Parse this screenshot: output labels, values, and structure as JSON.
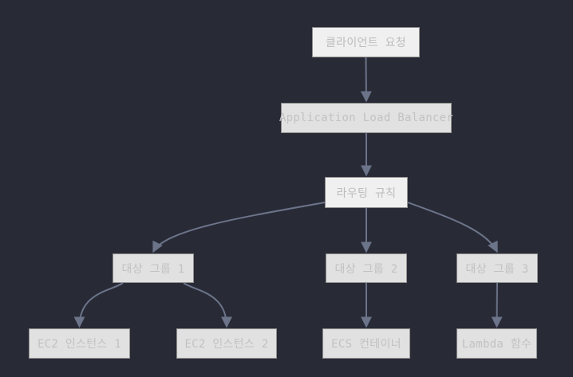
{
  "colors": {
    "background": "#282a36",
    "node_fill": "#e1e1e1",
    "node_fill_bright": "#f0f0f0",
    "node_border": "#8f8f8f",
    "node_text": "#c2c2c2",
    "edge": "#6c7489"
  },
  "nodes": {
    "client_request": "클라이언트 요청",
    "alb": "Application Load Balancer",
    "routing_rules": "라우팅 규칙",
    "target_group_1": "대상 그룹 1",
    "target_group_2": "대상 그룹 2",
    "target_group_3": "대상 그룹 3",
    "ec2_instance_1": "EC2 인스턴스 1",
    "ec2_instance_2": "EC2 인스턴스 2",
    "ecs_container": "ECS 컨테이너",
    "lambda_function": "Lambda 함수"
  },
  "edges": [
    {
      "from": "client_request",
      "to": "alb"
    },
    {
      "from": "alb",
      "to": "routing_rules"
    },
    {
      "from": "routing_rules",
      "to": "target_group_1"
    },
    {
      "from": "routing_rules",
      "to": "target_group_2"
    },
    {
      "from": "routing_rules",
      "to": "target_group_3"
    },
    {
      "from": "target_group_1",
      "to": "ec2_instance_1"
    },
    {
      "from": "target_group_1",
      "to": "ec2_instance_2"
    },
    {
      "from": "target_group_2",
      "to": "ecs_container"
    },
    {
      "from": "target_group_3",
      "to": "lambda_function"
    }
  ]
}
